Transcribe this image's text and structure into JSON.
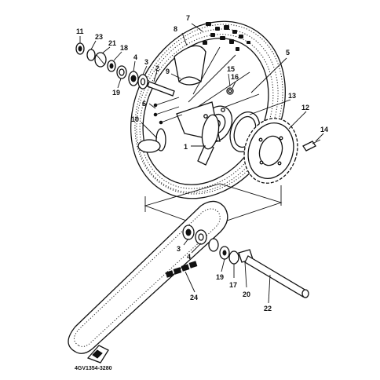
{
  "diagram": {
    "labels": {
      "p11": "11",
      "p23": "23",
      "p21": "21",
      "p18": "18",
      "p4": "4",
      "p3": "3",
      "p2": "2",
      "p19": "19",
      "p7": "7",
      "p8": "8",
      "p9": "9",
      "p5": "5",
      "p15": "15",
      "p16": "16",
      "p6": "6",
      "p10": "10",
      "p1": "1",
      "p13": "13",
      "p12": "12",
      "p14": "14",
      "q3": "3",
      "q4": "4",
      "q19": "19",
      "q17": "17",
      "q20": "20",
      "q22": "22",
      "q24": "24"
    },
    "code": "4GV1354-3280"
  }
}
